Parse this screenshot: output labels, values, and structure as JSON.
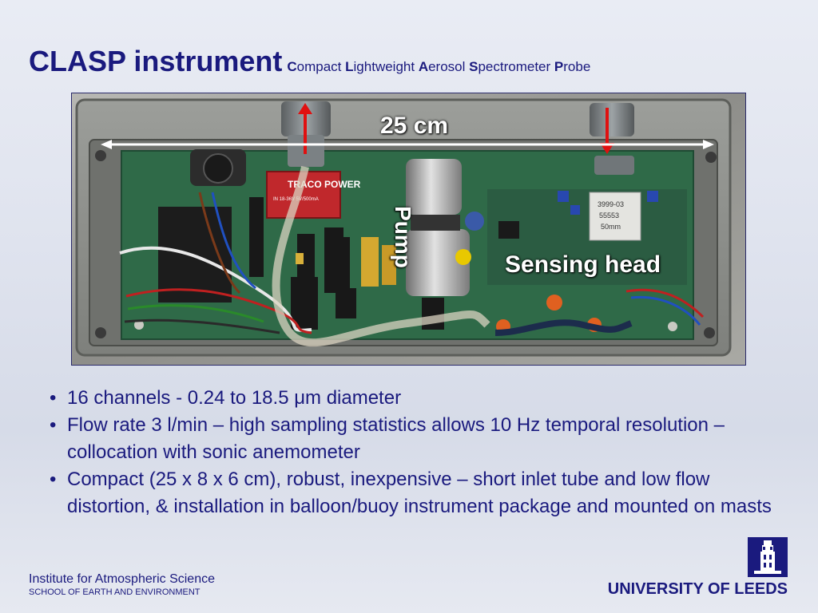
{
  "title": {
    "main": "CLASP instrument",
    "sub_parts": [
      {
        "cap": "C",
        "rest": "ompact "
      },
      {
        "cap": "L",
        "rest": "ightweight "
      },
      {
        "cap": "A",
        "rest": "erosol "
      },
      {
        "cap": "S",
        "rest": "pectrometer "
      },
      {
        "cap": "P",
        "rest": "robe"
      }
    ]
  },
  "photo": {
    "dimension_label": "25 cm",
    "pump_label": "Pump",
    "sensing_head_label": "Sensing head",
    "component_text": {
      "psu_brand": "TRACO POWER",
      "psu_spec": "IN 18-36V  5V/500mA",
      "sensor_tag_1": "3999-03",
      "sensor_tag_2": "55553",
      "sensor_tag_3": "50mm"
    },
    "colors": {
      "arrow": "#e01010",
      "pcb": "#2f6a48",
      "label": "#ffffff"
    }
  },
  "bullets": [
    "16 channels  - 0.24 to 18.5 μm diameter",
    "Flow rate 3 l/min – high sampling statistics allows 10 Hz temporal resolution – collocation with sonic anemometer",
    "Compact (25 x 8 x 6 cm), robust, inexpensive – short inlet tube and low flow distortion, & installation in balloon/buoy instrument package and mounted on masts"
  ],
  "footer": {
    "institute": "Institute for Atmospheric Science",
    "school": "SCHOOL OF EARTH AND ENVIRONMENT",
    "university": "UNIVERSITY OF LEEDS"
  },
  "theme": {
    "text_color": "#1a1a7e"
  }
}
